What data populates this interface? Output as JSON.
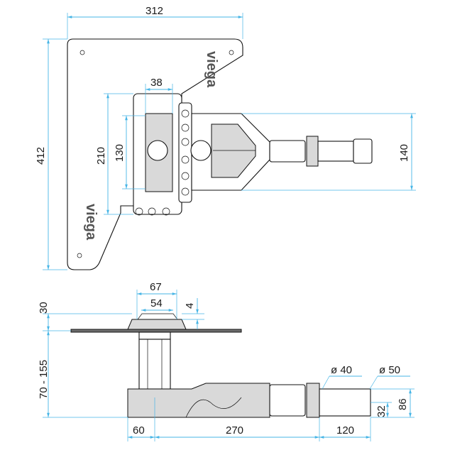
{
  "drawing": {
    "brand_text": "viega",
    "top_view": {
      "width": "312",
      "height": "412",
      "grate_width": "38",
      "outer_box_height": "210",
      "inner_box_height": "130",
      "outlet_height": "140"
    },
    "side_view": {
      "flange_outer": "67",
      "flange_inner": "54",
      "grate_step": "4",
      "top_height": "30",
      "body_height_range": "70 - 155",
      "pipe_diameter_inner": "ø 40",
      "pipe_diameter_outer": "ø 50",
      "base_offset": "60",
      "body_length": "270",
      "outlet_length": "120",
      "outlet_height": "86",
      "outlet_axis": "32"
    }
  },
  "colors": {
    "dimension_line": "#47b5e6",
    "outline": "#111111"
  }
}
